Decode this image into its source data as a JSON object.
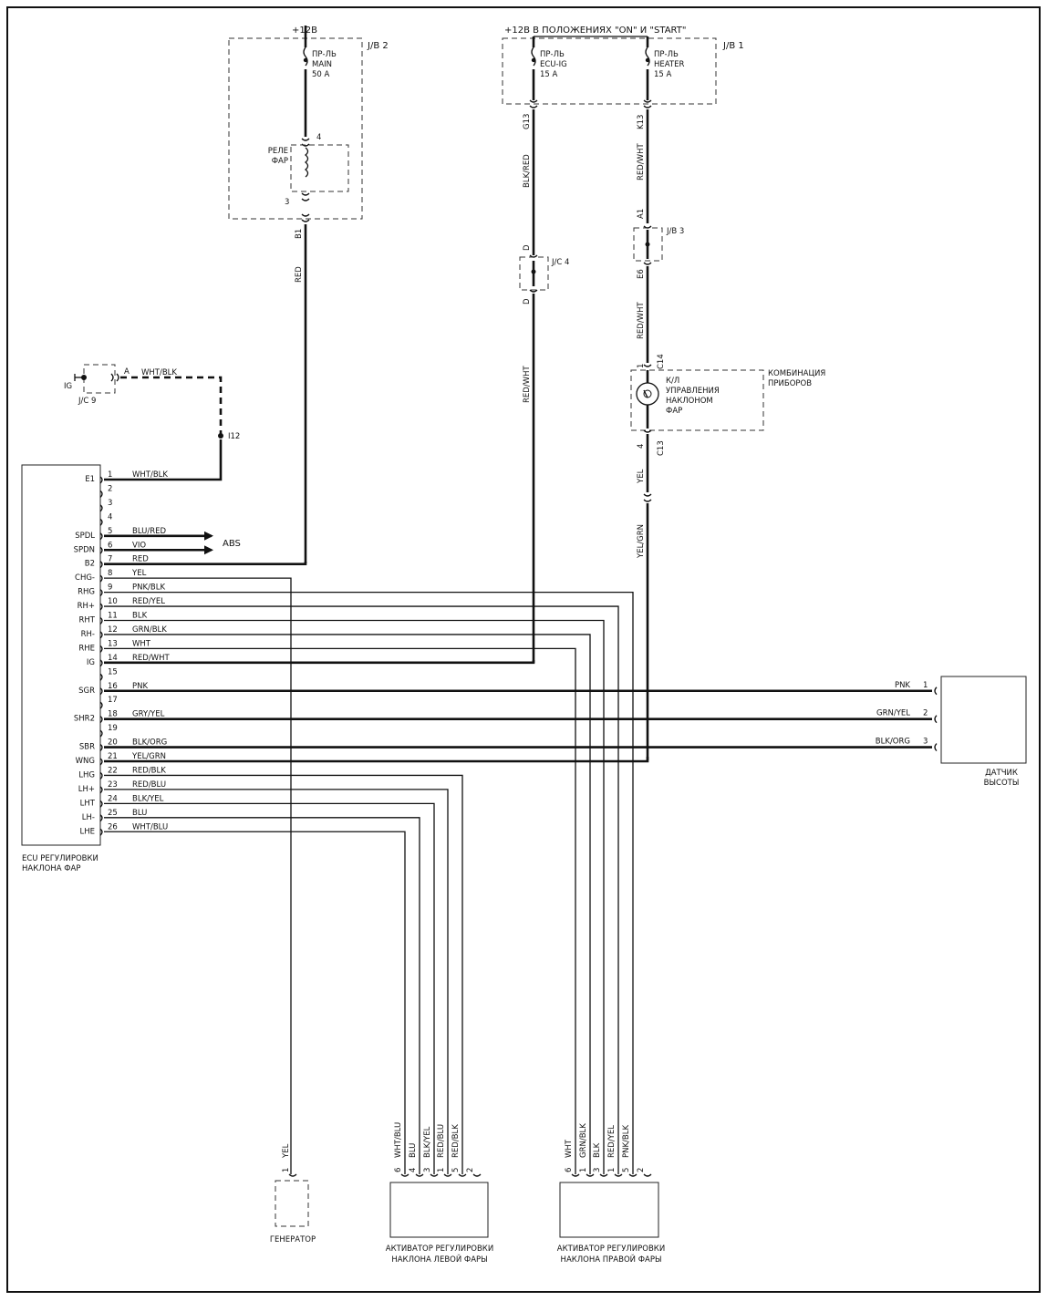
{
  "top": {
    "jb2_supply": "+12В",
    "jb1_supply": "+12В В ПОЛОЖЕНИЯХ \"ON\" И \"START\"",
    "jb2": "J/B 2",
    "jb1": "J/B 1",
    "jb3": "J/B 3",
    "jc4": "J/C 4",
    "jc9": "J/C 9",
    "ig": "IG"
  },
  "fuses": {
    "main": [
      "ПР-ЛЬ",
      "MAIN",
      "50 A"
    ],
    "ecu_ig": [
      "ПР-ЛЬ",
      "ECU-IG",
      "15 A"
    ],
    "heater": [
      "ПР-ЛЬ",
      "HEATER",
      "15 A"
    ]
  },
  "relay": [
    "РЕЛЕ",
    "ФАР"
  ],
  "relay_pins": {
    "top": "4",
    "bottom": "3"
  },
  "cluster": {
    "box_label": [
      "КОМБИНАЦИЯ",
      "ПРИБОРОВ"
    ],
    "switch_label": [
      "К/Л",
      "УПРАВЛЕНИЯ",
      "НАКЛОНОМ",
      "ФАР"
    ]
  },
  "connectors": {
    "b1": "B1",
    "g13": "G13",
    "k13": "K13",
    "a1": "A1",
    "e6": "E6",
    "d_top": "D",
    "d_bot": "D",
    "c14": "C14",
    "c13": "C13",
    "c14_pin": "1",
    "c13_pin": "4",
    "a_label": "A",
    "i12": "I12"
  },
  "wires": {
    "red": "RED",
    "blk_red": "BLK/RED",
    "red_wht_top": "RED/WHT",
    "red_wht_mid": "RED/WHT",
    "red_wht_left": "RED/WHT",
    "yel": "YEL",
    "yel_grn": "YEL/GRN",
    "wht_blk_jc9": "WHT/BLK"
  },
  "ecu": {
    "title": [
      "ECU РЕГУЛИРОВКИ",
      "НАКЛОНА ФАР"
    ],
    "pins": [
      {
        "n": "1",
        "name": "E1",
        "wire": "WHT/BLK"
      },
      {
        "n": "2",
        "name": "",
        "wire": ""
      },
      {
        "n": "3",
        "name": "",
        "wire": ""
      },
      {
        "n": "4",
        "name": "",
        "wire": ""
      },
      {
        "n": "5",
        "name": "SPDL",
        "wire": "BLU/RED"
      },
      {
        "n": "6",
        "name": "SPDN",
        "wire": "VIO"
      },
      {
        "n": "7",
        "name": "B2",
        "wire": "RED"
      },
      {
        "n": "8",
        "name": "CHG-",
        "wire": "YEL"
      },
      {
        "n": "9",
        "name": "RHG",
        "wire": "PNK/BLK"
      },
      {
        "n": "10",
        "name": "RH+",
        "wire": "RED/YEL"
      },
      {
        "n": "11",
        "name": "RHT",
        "wire": "BLK"
      },
      {
        "n": "12",
        "name": "RH-",
        "wire": "GRN/BLK"
      },
      {
        "n": "13",
        "name": "RHE",
        "wire": "WHT"
      },
      {
        "n": "14",
        "name": "IG",
        "wire": "RED/WHT"
      },
      {
        "n": "15",
        "name": "",
        "wire": ""
      },
      {
        "n": "16",
        "name": "SGR",
        "wire": "PNK"
      },
      {
        "n": "17",
        "name": "",
        "wire": ""
      },
      {
        "n": "18",
        "name": "SHR2",
        "wire": "GRY/YEL"
      },
      {
        "n": "19",
        "name": "",
        "wire": ""
      },
      {
        "n": "20",
        "name": "SBR",
        "wire": "BLK/ORG"
      },
      {
        "n": "21",
        "name": "WNG",
        "wire": "YEL/GRN"
      },
      {
        "n": "22",
        "name": "LHG",
        "wire": "RED/BLK"
      },
      {
        "n": "23",
        "name": "LH+",
        "wire": "RED/BLU"
      },
      {
        "n": "24",
        "name": "LHT",
        "wire": "BLK/YEL"
      },
      {
        "n": "25",
        "name": "LH-",
        "wire": "BLU"
      },
      {
        "n": "26",
        "name": "LHE",
        "wire": "WHT/BLU"
      }
    ]
  },
  "abs": "ABS",
  "sensor": {
    "title": [
      "ДАТЧИК",
      "ВЫСОТЫ"
    ],
    "pins": [
      {
        "n": "1",
        "wire": "PNK"
      },
      {
        "n": "2",
        "wire": "GRN/YEL"
      },
      {
        "n": "3",
        "wire": "BLK/ORG"
      }
    ]
  },
  "generator": {
    "title": "ГЕНЕРАТОР",
    "pin": "1",
    "wire": "YEL"
  },
  "left_actuator": {
    "title": [
      "АКТИВАТОР РЕГУЛИРОВКИ",
      "НАКЛОНА ЛЕВОЙ ФАРЫ"
    ],
    "pins": [
      {
        "n": "6",
        "wire": "WHT/BLU"
      },
      {
        "n": "4",
        "wire": "BLU"
      },
      {
        "n": "3",
        "wire": "BLK/YEL"
      },
      {
        "n": "1",
        "wire": "RED/BLU"
      },
      {
        "n": "5",
        "wire": "RED/BLK"
      },
      {
        "n": "2",
        "wire": ""
      }
    ]
  },
  "right_actuator": {
    "title": [
      "АКТИВАТОР РЕГУЛИРОВКИ",
      "НАКЛОНА ПРАВОЙ ФАРЫ"
    ],
    "pins": [
      {
        "n": "6",
        "wire": "WHT"
      },
      {
        "n": "1",
        "wire": "GRN/BLK"
      },
      {
        "n": "3",
        "wire": "BLK"
      },
      {
        "n": "1",
        "wire": "RED/YEL"
      },
      {
        "n": "5",
        "wire": "PNK/BLK"
      },
      {
        "n": "2",
        "wire": ""
      }
    ]
  }
}
